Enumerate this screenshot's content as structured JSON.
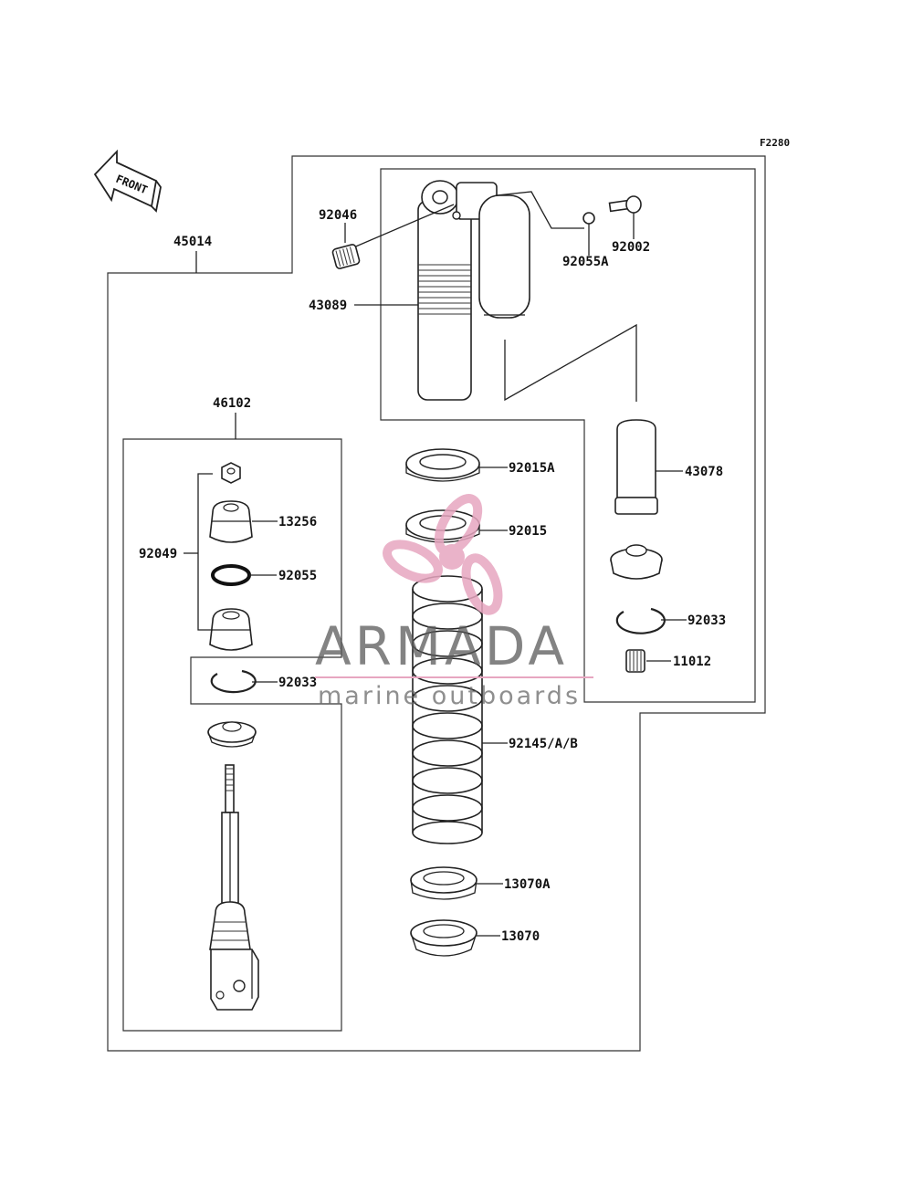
{
  "diagram_code": "F2280",
  "front_arrow_text": "FRONT",
  "watermark": {
    "title": "ARMADA",
    "subtitle": "marine outboards",
    "accent_color": "#e7a6c0",
    "text_color": "#5a5a5a"
  },
  "labels": {
    "p45014": "45014",
    "p92046": "92046",
    "p43089": "43089",
    "p92055A": "92055A",
    "p92002": "92002",
    "p46102": "46102",
    "p92049": "92049",
    "p13256": "13256",
    "p92055": "92055",
    "p92033_left": "92033",
    "p92015A": "92015A",
    "p92015": "92015",
    "p43078": "43078",
    "p92033_right": "92033",
    "p11012": "11012",
    "p92145": "92145/A/B",
    "p13070A": "13070A",
    "p13070": "13070"
  }
}
